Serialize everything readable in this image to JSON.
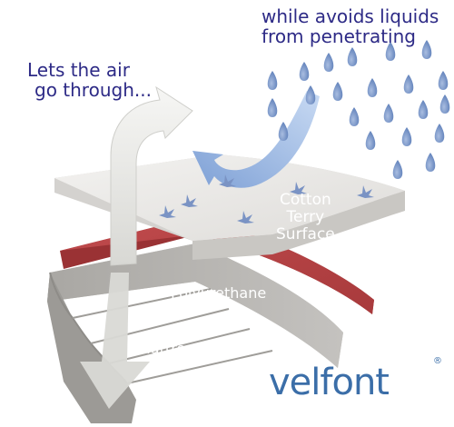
{
  "captions": {
    "air": [
      "Lets the air",
      "go through..."
    ],
    "liquid": [
      "while avoids liquids",
      "from penetrating"
    ]
  },
  "layers": {
    "cotton": [
      "Cotton",
      "Terry",
      "Surface"
    ],
    "polyurethane": "Polyurethane",
    "mattress": "Mattress"
  },
  "brand": {
    "name": "velfont",
    "registered": "®"
  },
  "colors": {
    "text_navy": "#2d2a86",
    "brand_blue": "#3b6ea8",
    "cotton_layer": "#ecebe9",
    "polyurethane_layer": "#b84446",
    "mattress_layer": "#b3b1ae",
    "drop_blue": "#7e98c7",
    "liquid_arrow": "#9fbbe4",
    "air_arrow": "#e9e9e6"
  }
}
